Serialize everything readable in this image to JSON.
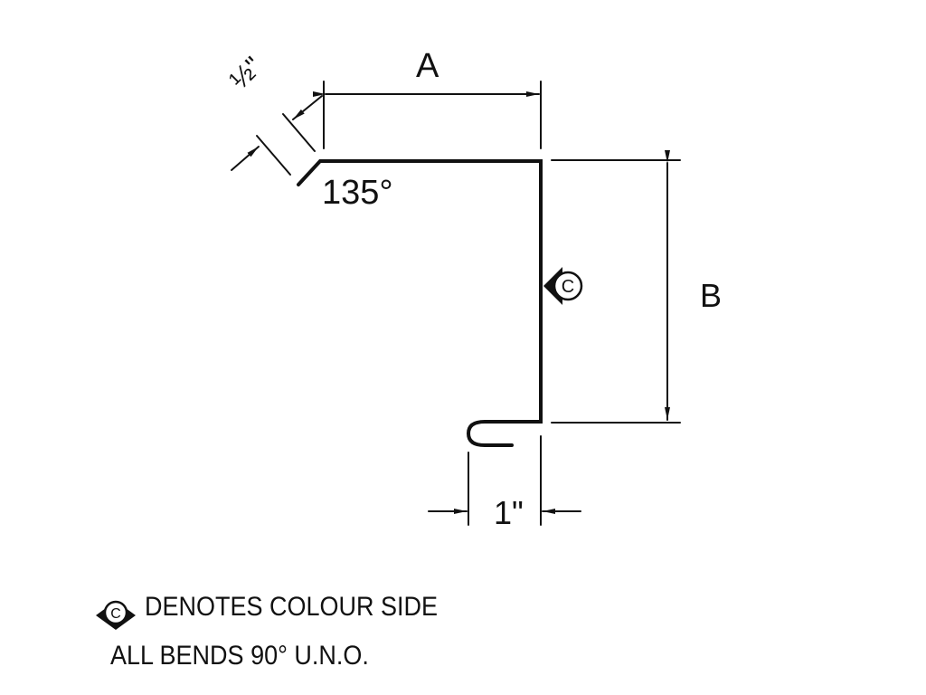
{
  "drawing": {
    "dimension_a": "A",
    "dimension_b": "B",
    "angle": "135°",
    "flange_length": "½\"",
    "hem_length": "1\"",
    "colour_side_symbol": "C"
  },
  "notes": {
    "colour_side": "DENOTES COLOUR SIDE",
    "bends": "ALL BENDS 90° U.N.O."
  }
}
